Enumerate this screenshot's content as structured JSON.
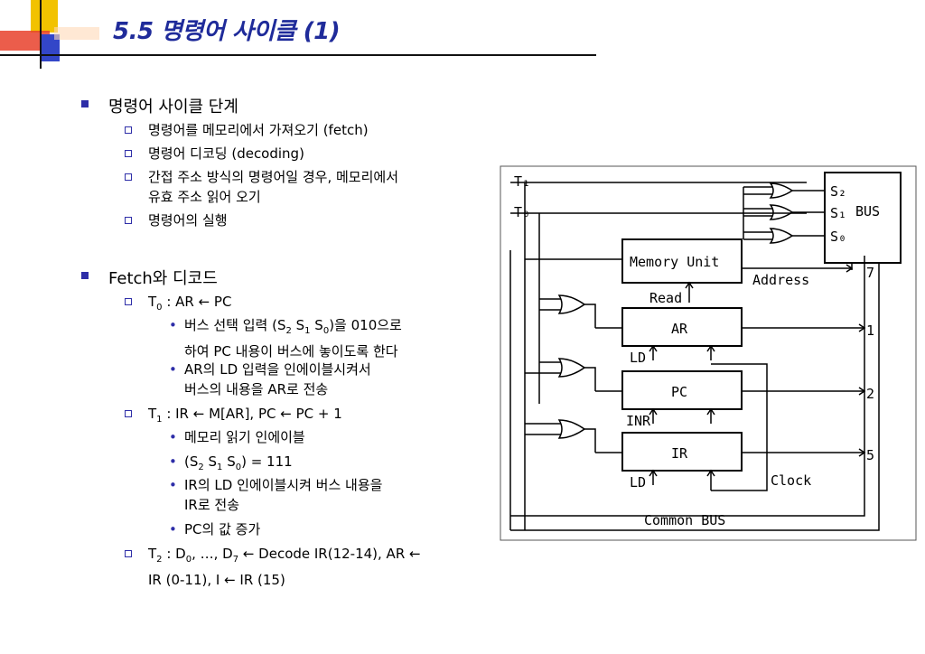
{
  "title": "5.5 명령어 사이클 (1)",
  "sections": [
    {
      "heading": "명령어 사이클 단계",
      "items": [
        "명령어를 메모리에서 가져오기 (fetch)",
        "명령어 디코딩 (decoding)",
        "간접 주소 방식의 명령어일 경우, 메모리에서",
        "유효 주소 읽어 오기",
        "명령어의 실행"
      ]
    },
    {
      "heading": "Fetch와 디코드",
      "t0": {
        "t": "T",
        "sub": "0",
        "rest": " : AR ← PC"
      },
      "t0_items": {
        "a1": "버스 선택 입력 (S",
        "a_s2": "2",
        "a_s": " S",
        "a_s1": "1",
        "a_s0p": " S",
        "a_s0": "0",
        "a2": ")을 010으로",
        "a3": "하여 PC 내용이 버스에 놓이도록 한다",
        "b1": "AR의 LD 입력을 인에이블시켜서",
        "b2": "버스의 내용을 AR로 전송"
      },
      "t1": {
        "t": "T",
        "sub": "1",
        "rest": " : IR ← M[AR], PC ← PC + 1"
      },
      "t1_items": {
        "a": "메모리 읽기 인에이블",
        "b1": "(S",
        "b_s2": "2",
        "b_s": " S",
        "b_s1": "1",
        "b_s0p": " S",
        "b_s0": "0",
        "b2": ") = 111",
        "c1": "IR의 LD 인에이블시켜 버스 내용을",
        "c2": "IR로 전송",
        "d": "PC의 값 증가"
      },
      "t2": {
        "t": "T",
        "sub": "2",
        "r1": " : D",
        "d0": "0",
        "r2": ", …, D",
        "d7": "7",
        "r3": " ← Decode IR(12-14), AR ←",
        "line2": "IR (0-11), I ← IR (15)"
      }
    }
  ],
  "diagram": {
    "labels": {
      "t1": "T₁",
      "t0": "T₀",
      "s2": "S₂",
      "s1": "S₁",
      "s0": "S₀",
      "bus": "BUS",
      "memory": "Memory Unit",
      "address": "Address",
      "read": "Read",
      "ar": "AR",
      "pc": "PC",
      "ir": "IR",
      "ld1": "LD",
      "inr": "INR",
      "ld2": "LD",
      "clock": "Clock",
      "common_bus": "Common BUS",
      "n7": "7",
      "n1": "1",
      "n2": "2",
      "n5": "5"
    }
  }
}
